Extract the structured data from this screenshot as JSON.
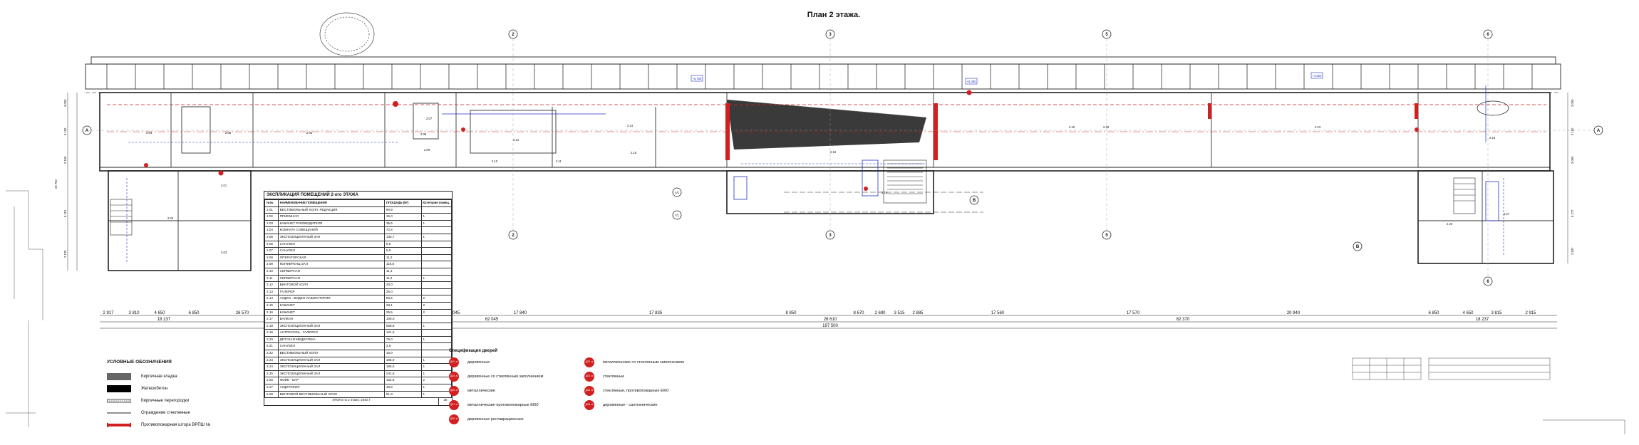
{
  "drawing": {
    "title": "План 2 этажа.",
    "axes_top": [
      "2",
      "3",
      "5",
      "6"
    ],
    "axes_left": [
      "А",
      "В"
    ],
    "axes_mid": [
      "А/1",
      "Г/1"
    ],
    "dims_bottom_row1": [
      "2 917",
      "3 810",
      "4 650",
      "6 850",
      "26 570",
      "62 045",
      "17 840",
      "17 835",
      "8 850",
      "8 670",
      "2 690",
      "3 515",
      "2 885",
      "17 560",
      "17 570",
      "20 940",
      "6 850",
      "4 650",
      "3 815",
      "2 915"
    ],
    "dims_bottom_row2": [
      "18 237",
      "62 045",
      "26 610",
      "62 370",
      "18 237"
    ],
    "dims_bottom_total": "197 500",
    "room_labels": [
      "2.04",
      "2.05",
      "2.06",
      "2.07",
      "2.08",
      "2.09",
      "2.10",
      "2.11",
      "2.12",
      "2.14",
      "2.15",
      "2.16",
      "2.19",
      "2.20",
      "2.23",
      "2.24",
      "2.26",
      "2.27",
      "2.28",
      "2.01",
      "2.02",
      "2.03"
    ],
    "left_dims": [
      "3 060",
      "3 150",
      "3 150",
      "6 110",
      "2 125",
      "20 700"
    ],
    "right_dims": [
      "3 060",
      "3 150",
      "3 060",
      "6 277",
      "2 837"
    ],
    "elevations": [
      "+5,750",
      "+5,360",
      "+4,520"
    ]
  },
  "explication": {
    "title": "ЭКСПЛИКАЦИЯ ПОМЕЩЕНИЙ 2-ого ЭТАЖА",
    "col_num": "№№",
    "col_name": "НАИМЕНОВАНИЕ ПОМЕЩЕНИЯ",
    "col_area": "ПЛОЩАДЬ (М²)",
    "col_cat": "Категория помещ.",
    "rows": [
      [
        "2.01",
        "ВЕСТИБЮЛЬНЫЙ ХОЛЛ. РЕДАКЦИЯ",
        "90,9",
        ""
      ],
      [
        "2.02",
        "ПРИЕМНАЯ",
        "15,0",
        "1"
      ],
      [
        "2.03",
        "КАБИНЕТ РУКОВОДИТЕЛЯ",
        "35,6",
        "1"
      ],
      [
        "2.04",
        "КОМНАТА СОВЕЩАНИЙ",
        "72,4",
        ""
      ],
      [
        "2.05",
        "ЭКСПОЗИЦИОННЫЙ ЗАЛ",
        "135,7",
        "1"
      ],
      [
        "2.06",
        "САНУЗЕЛ",
        "5,5",
        ""
      ],
      [
        "2.07",
        "САНУЗЕЛ",
        "5,5",
        ""
      ],
      [
        "2.08",
        "ОПЕРАТОРСКАЯ",
        "11,2",
        ""
      ],
      [
        "2.09",
        "КОНФЕРЕНЦ-ЗАЛ",
        "116,8",
        ""
      ],
      [
        "2.10",
        "СЕРВЕРНАЯ",
        "11,4",
        ""
      ],
      [
        "2.11",
        "СЕРВЕРНАЯ",
        "11,2",
        "1"
      ],
      [
        "2.12",
        "ВИНТОВОЙ ХОЛЛ",
        "20,0",
        ""
      ],
      [
        "2.13",
        "ГАЛЕРЕЯ",
        "26,0",
        ""
      ],
      [
        "2.14",
        "АУДИО - ВИДЕО ЛАБОРАТОРИЯ",
        "56,5",
        "2"
      ],
      [
        "2.15",
        "КАБИНЕТ",
        "28,1",
        "2"
      ],
      [
        "2.16",
        "КАБИНЕТ",
        "25,5",
        "2"
      ],
      [
        "2.17",
        "БАЛКОН",
        "105,0",
        ""
      ],
      [
        "2.18",
        "ЭКСПОЗИЦИОННЫЙ ЗАЛ",
        "558,8",
        "1"
      ],
      [
        "2.19",
        "АНТРЕСОЛЬ - ГАЛЕРЕЯ",
        "121,0",
        ""
      ],
      [
        "2.20",
        "ДЕТСКАЯ МЕДИАТЕКА",
        "75,0",
        "1"
      ],
      [
        "2.21",
        "САНУЗЕЛ",
        "3,5",
        ""
      ],
      [
        "2.22",
        "ВЕСТИБЮЛЬНЫЙ ХОЛЛ",
        "10,0",
        ""
      ],
      [
        "2.23",
        "ЭКСПОЗИЦИОННЫЙ ЗАЛ",
        "185,9",
        "1"
      ],
      [
        "2.24",
        "ЭКСПОЗИЦИОННЫЙ ЗАЛ",
        "185,0",
        "1"
      ],
      [
        "2.25",
        "ЭКСПОЗИЦИОННЫЙ ЗАЛ",
        "241,6",
        "1"
      ],
      [
        "2.26",
        "ФОЙЕ - БАР",
        "162,8",
        "2"
      ],
      [
        "2.27",
        "АУДИТОРИЯ",
        "49,9",
        "1"
      ],
      [
        "2.28",
        "ВИНТОВОЙ ВЕСТИБЮЛЬНЫЙ ХОЛЛ",
        "51,3",
        "1"
      ]
    ],
    "total_label": "ИТОГО по 2 этажу: 1940,7",
    "total_count": "36"
  },
  "legend": {
    "title": "УСЛОВНЫЕ ОБОЗНАЧЕНИЯ",
    "items": [
      {
        "label": "Кирпичная кладка",
        "kind": "dark"
      },
      {
        "label": "Железобетон",
        "kind": "black"
      },
      {
        "label": "Кирпичные перегородки",
        "kind": "hatch"
      },
      {
        "label": "Ограждение стеклянные",
        "kind": "line"
      },
      {
        "label": "Противопожарная штора ВРПШ №",
        "kind": "red"
      }
    ]
  },
  "doors": {
    "title": "Спецификация дверей",
    "items": [
      {
        "code": "ДО1 -м",
        "label": "деревянные"
      },
      {
        "code": "ДО2 -м",
        "label": "металлические со стеклянным заполнением"
      },
      {
        "code": "ДО3 -м",
        "label": "деревянные со стеклянным заполнением"
      },
      {
        "code": "ДО4 -м",
        "label": "стеклянные"
      },
      {
        "code": "ДО5 -м",
        "label": "металлические"
      },
      {
        "code": "ДО6 -м",
        "label": "стеклянные, противопожарные EI60"
      },
      {
        "code": "ДО7 -м",
        "label": "металлические противопожарные EI60"
      },
      {
        "code": "ДО8 -м",
        "label": "деревянные - сантехнические"
      },
      {
        "code": "ДО9 -м",
        "label": "деревянные реставрационные"
      }
    ]
  },
  "colors": {
    "line": "#222222",
    "blue": "#1f33c4",
    "red": "#d21f1f",
    "gray": "#555555"
  }
}
